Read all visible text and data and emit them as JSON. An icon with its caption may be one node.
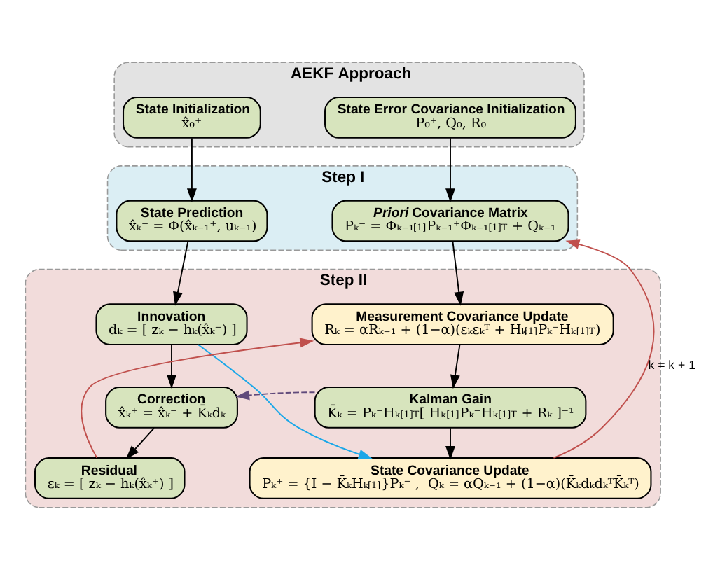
{
  "diagram": {
    "nodes": [
      {
        "text": [
          "AEKF Approach"
        ]
      },
      {
        "text": [
          "State Initialization",
          "x̂₀⁺"
        ],
        "in": 0
      },
      {
        "text": [
          "State Error Covariance Initialization",
          "P₀⁺, Q₀, R₀"
        ],
        "in": 0
      },
      {
        "text": [
          "Step I"
        ]
      },
      {
        "text": [
          "State Prediction",
          "x̂ₖ⁻ = Φ(x̂ₖ₋₁⁺, uₖ₋₁)"
        ],
        "in": 3
      },
      {
        "text": [
          "*Priori* Covariance Matrix",
          "Pₖ⁻ = Φₖ₋₁$^{[1]}$Pₖ₋₁⁺Φₖ₋₁$^{[1]T}$ + Qₖ₋₁"
        ],
        "in": 3
      },
      {
        "text": [
          "Step II"
        ]
      },
      {
        "text": [
          "Innovation",
          "dₖ = [ zₖ − hₖ(x̂ₖ⁻) ]"
        ],
        "in": 6
      },
      {
        "text": [
          "Measurement Covariance Update",
          "Rₖ = αRₖ₋₁ + (1−α)(εₖεₖᵀ + Hₖ$^{[1]}$Pₖ⁻Hₖ$^{[1]T}$)"
        ],
        "in": 6
      },
      {
        "text": [
          "Correction",
          "x̂ₖ⁺ = x̂ₖ⁻ + K̄ₖdₖ"
        ],
        "in": 6
      },
      {
        "text": [
          "Kalman Gain",
          "K̄ₖ = Pₖ⁻Hₖ$^{[1]T}$[ Hₖ$^{[1]}$Pₖ⁻Hₖ$^{[1]T}$ + Rₖ ]⁻¹"
        ],
        "in": 6
      },
      {
        "text": [
          "Residual",
          "εₖ = [ zₖ − hₖ(x̂ₖ⁺) ]"
        ],
        "in": 6
      },
      {
        "text": [
          "State Covariance Update",
          "Pₖ⁺ = {I − K̄ₖHₖ$^{[1]}$}Pₖ⁻ ,  Qₖ = αQₖ₋₁ + (1−α)(K̄ₖdₖdₖᵀK̄ₖᵀ)"
        ],
        "in": 6
      }
    ],
    "edges": [
      {
        "from": 1,
        "to": 4,
        "arrow": "to"
      },
      {
        "from": 2,
        "to": 5,
        "arrow": "to"
      },
      {
        "from": 4,
        "to": 7,
        "arrow": "to"
      },
      {
        "from": 5,
        "to": 8,
        "arrow": "to"
      },
      {
        "from": 7,
        "to": 9,
        "arrow": "to"
      },
      {
        "from": 8,
        "to": 10,
        "arrow": "to"
      },
      {
        "from": 10,
        "to": 9,
        "arrow": "to",
        "style": "dashed",
        "color": "#604a7b"
      },
      {
        "from": 9,
        "to": 11,
        "arrow": "to"
      },
      {
        "from": 10,
        "to": 12,
        "arrow": "to"
      },
      {
        "from": 7,
        "to": 12,
        "arrow": "to",
        "color": "#1aa7e8"
      },
      {
        "from": 11,
        "to": 8,
        "arrow": "to",
        "color": "#c0504d"
      },
      {
        "from": 12,
        "to": 5,
        "arrow": "to",
        "color": "#c0504d",
        "label": "k = k + 1"
      }
    ]
  }
}
